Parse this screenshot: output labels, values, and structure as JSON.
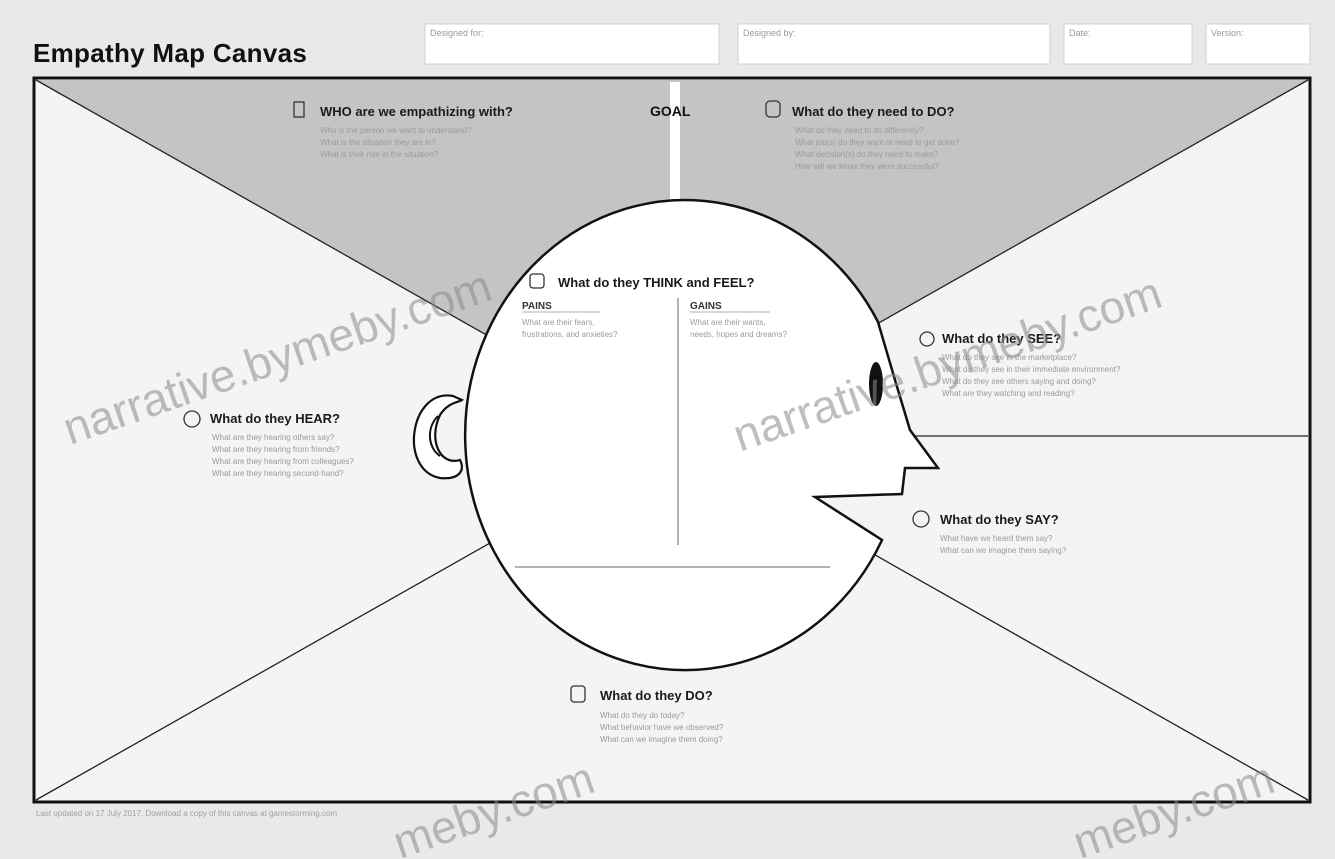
{
  "canvas": {
    "title": "Empathy Map Canvas",
    "header_fields": [
      "Designed for:",
      "Designed by:",
      "Date:",
      "Version:"
    ],
    "goal_label": "GOAL",
    "sections": {
      "who": {
        "title": "WHO are we empathizing with?",
        "lines": [
          "Who is the person we want to understand?",
          "What is the situation they are in?",
          "What is their role in the situation?"
        ]
      },
      "do_goal": {
        "title": "What do they need to DO?",
        "lines": [
          "What do they need to do differently?",
          "What job(s) do they want or need to get done?",
          "What decision(s) do they need to make?",
          "How will we know they were successful?"
        ]
      },
      "think_feel": {
        "title": "What do they THINK and FEEL?",
        "pains_label": "PAINS",
        "pains_lines": [
          "What are their fears,",
          "frustrations, and anxieties?"
        ],
        "gains_label": "GAINS",
        "gains_lines": [
          "What are their wants,",
          "needs, hopes and dreams?"
        ]
      },
      "see": {
        "title": "What do they SEE?",
        "lines": [
          "What do they see in the marketplace?",
          "What do they see in their immediate environment?",
          "What do they see others saying and doing?",
          "What are they watching and reading?"
        ]
      },
      "hear": {
        "title": "What do they HEAR?",
        "lines": [
          "What are they hearing others say?",
          "What are they hearing from friends?",
          "What are they hearing from colleagues?",
          "What are they hearing second-hand?"
        ]
      },
      "say": {
        "title": "What do they SAY?",
        "lines": [
          "What have we heard them say?",
          "What can we imagine them saying?"
        ]
      },
      "do": {
        "title": "What do they DO?",
        "lines": [
          "What do they do today?",
          "What behavior have we observed?",
          "What can we imagine them doing?"
        ]
      }
    },
    "footer": "Last updated on 17 July 2017. Download a copy of this canvas at gamestorming.com"
  },
  "watermarks": [
    "narrative.bymeby.com",
    "narrative.bymeby.com",
    "meby.com",
    "meby.com"
  ]
}
